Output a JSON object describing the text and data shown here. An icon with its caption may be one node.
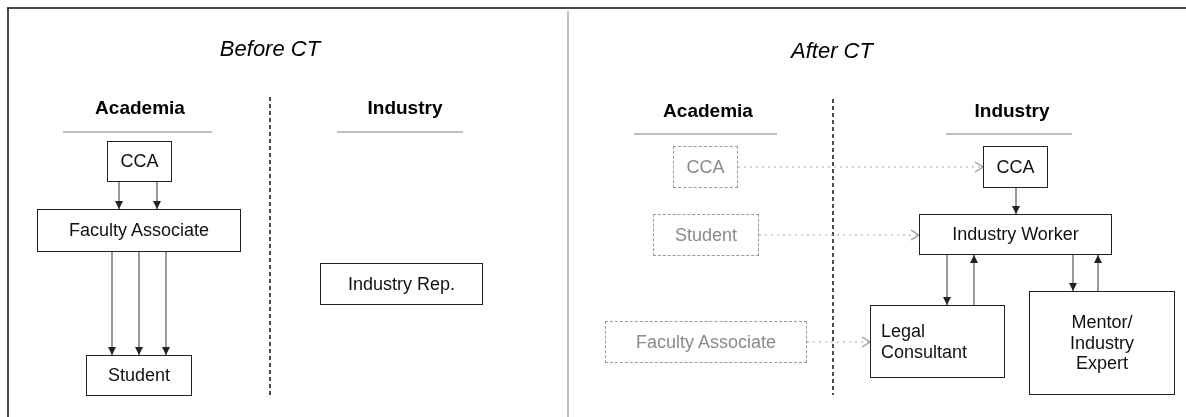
{
  "diagram": {
    "nodes": [
      {
        "text": [
          "CCA"
        ]
      },
      {
        "text": [
          "Faculty Associate"
        ]
      },
      {
        "text": [
          "Student"
        ]
      },
      {
        "text": [
          "Industry Rep."
        ]
      },
      {
        "text": [
          "CCA"
        ]
      },
      {
        "text": [
          "CCA"
        ]
      },
      {
        "text": [
          "Student"
        ]
      },
      {
        "text": [
          "Industry Worker"
        ]
      },
      {
        "text": [
          "Faculty Associate"
        ]
      },
      {
        "text": [
          "Legal Consultant"
        ]
      },
      {
        "text": [
          "Mentor/ Industry Expert"
        ]
      }
    ],
    "edges": [
      {
        "from": 0,
        "to": 1,
        "arrow": "to"
      },
      {
        "from": 0,
        "to": 1,
        "arrow": "to"
      },
      {
        "from": 1,
        "to": 2,
        "arrow": "to"
      },
      {
        "from": 1,
        "to": 2,
        "arrow": "to"
      },
      {
        "from": 1,
        "to": 2,
        "arrow": "to"
      },
      {
        "from": 4,
        "to": 5,
        "arrow": "to",
        "style": "dashed",
        "color": "#a6a6a6"
      },
      {
        "from": 5,
        "to": 7,
        "arrow": "to"
      },
      {
        "from": 6,
        "to": 7,
        "arrow": "to",
        "style": "dashed",
        "color": "#a6a6a6"
      },
      {
        "from": 7,
        "to": 9,
        "arrow": "to"
      },
      {
        "from": 9,
        "to": 7,
        "arrow": "to"
      },
      {
        "from": 7,
        "to": 10,
        "arrow": "to"
      },
      {
        "from": 10,
        "to": 7,
        "arrow": "to"
      },
      {
        "from": 8,
        "to": 9,
        "arrow": "to",
        "style": "dashed",
        "color": "#a6a6a6"
      }
    ],
    "labels": [
      "Before CT",
      "*After* CT",
      "Academia",
      "Industry",
      "Academia",
      "Industry"
    ]
  }
}
